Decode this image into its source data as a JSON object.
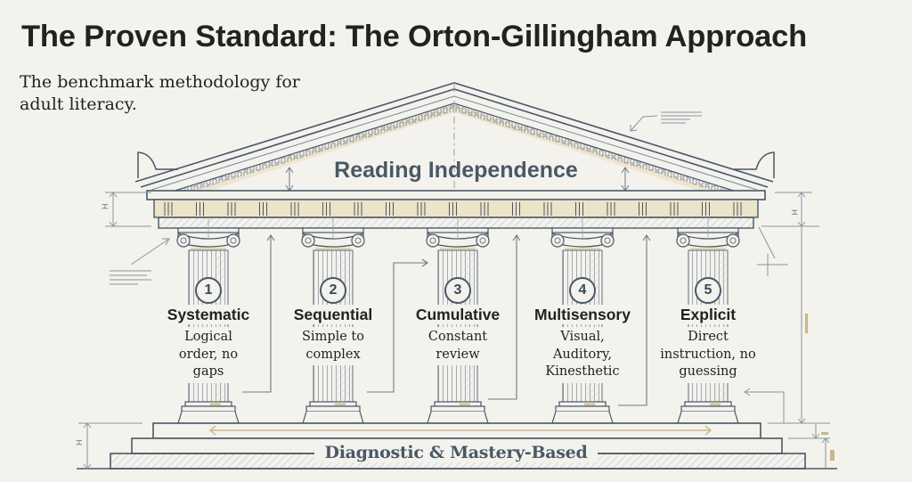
{
  "header": {
    "title": "The Proven Standard: The Orton-Gillingham Approach",
    "subtitle": "The benchmark methodology for adult literacy."
  },
  "diagram": {
    "type": "greek-temple-metaphor",
    "pediment": {
      "label": "Reading Independence"
    },
    "pillars": [
      {
        "number": "1",
        "name": "Systematic",
        "description": "Logical order, no gaps"
      },
      {
        "number": "2",
        "name": "Sequential",
        "description": "Simple to complex"
      },
      {
        "number": "3",
        "name": "Cumulative",
        "description": "Constant review"
      },
      {
        "number": "4",
        "name": "Multisensory",
        "description": "Visual, Auditory, Kinesthetic"
      },
      {
        "number": "5",
        "name": "Explicit",
        "description": "Direct instruction, no guessing"
      }
    ],
    "foundation": {
      "label": "Diagnostic & Mastery-Based"
    },
    "dimension_markers": [
      "H",
      "H",
      "H"
    ]
  },
  "colors": {
    "background": "#f3f2ed",
    "line": "#4a5866",
    "accent_gold": "#c9b68a",
    "text": "#222222"
  }
}
